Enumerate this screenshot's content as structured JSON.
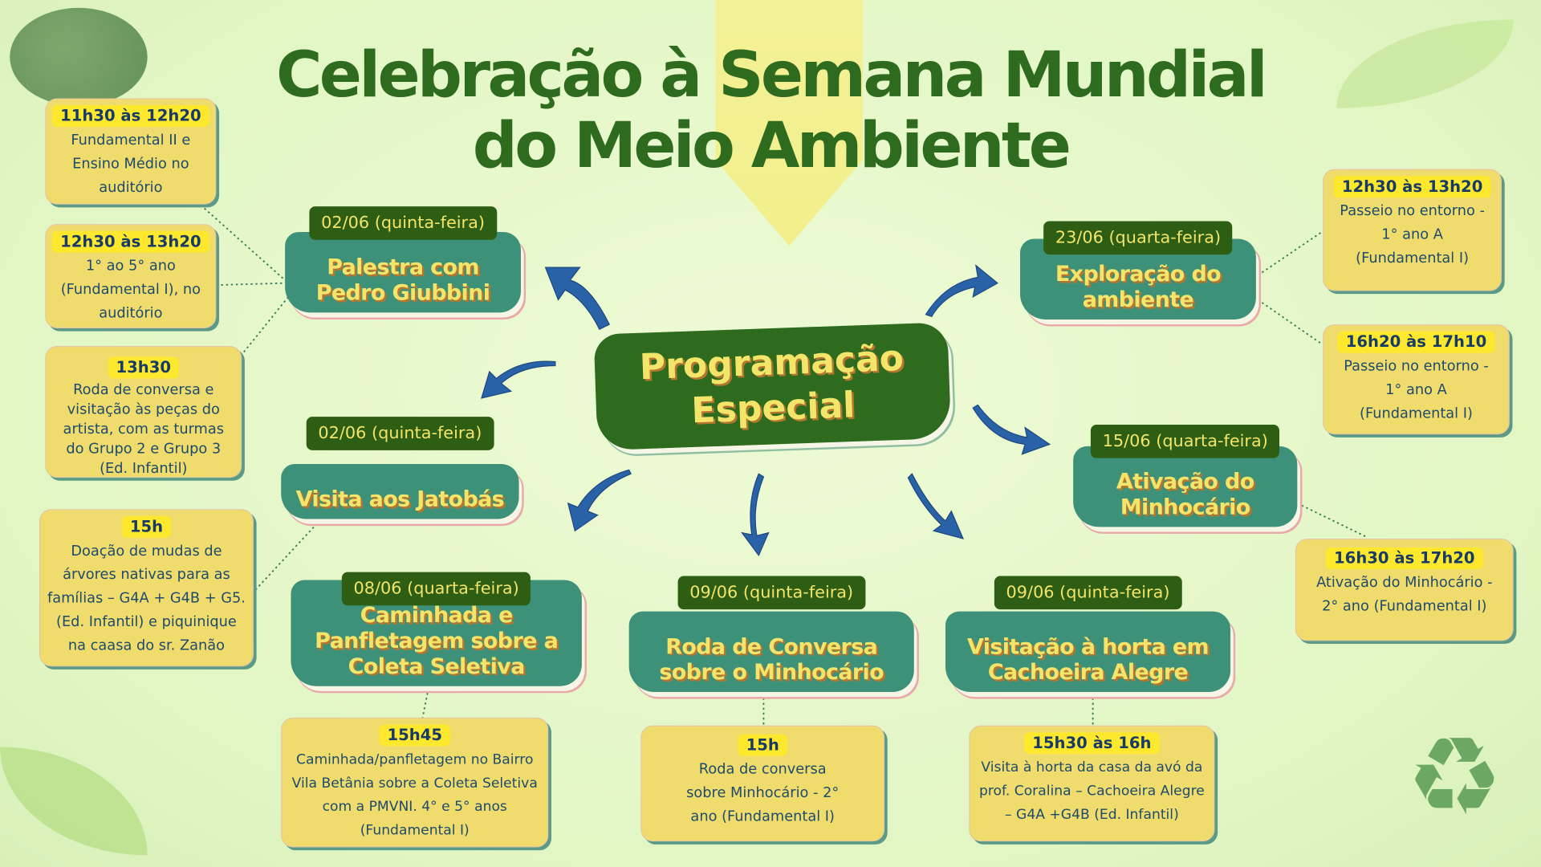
{
  "title": {
    "line1": "Celebração à Semana Mundial",
    "line2": "do Meio Ambiente"
  },
  "center": {
    "line1": "Programação",
    "line2": "Especial"
  },
  "colors": {
    "dark_green": "#2f6b1f",
    "teal": "#3d9178",
    "yellow": "#f3e46a",
    "card": "#f0dc6c",
    "arrow": "#2a62a8"
  },
  "events": [
    {
      "date": "02/06 (quinta-feira)",
      "title": "Palestra com Pedro Giubbini"
    },
    {
      "date": "02/06 (quinta-feira)",
      "title": "Visita aos Jatobás"
    },
    {
      "date": "08/06 (quarta-feira)",
      "title": "Caminhada e Panfletagem sobre a Coleta Seletiva"
    },
    {
      "date": "09/06 (quinta-feira)",
      "title": "Roda de Conversa sobre o Minhocário"
    },
    {
      "date": "09/06 (quinta-feira)",
      "title": "Visitação à horta em Cachoeira Alegre"
    },
    {
      "date": "15/06 (quarta-feira)",
      "title": "Ativação do Minhocário"
    },
    {
      "date": "23/06 (quarta-feira)",
      "title": "Exploração do ambiente"
    }
  ],
  "cards": [
    {
      "time": "11h30 às 12h20",
      "text": "Fundamental II e Ensino Médio no auditório"
    },
    {
      "time": "12h30 às 13h20",
      "text": "1° ao 5° ano (Fundamental I), no auditório"
    },
    {
      "time": "13h30",
      "text": "Roda de conversa e visitação às peças do artista, com as turmas do Grupo 2 e Grupo 3 (Ed. Infantil)"
    },
    {
      "time": "15h",
      "text": "Doação de mudas de árvores nativas para as famílias – G4A + G4B + G5. (Ed. Infantil) e piquinique na caasa do sr. Zanão"
    },
    {
      "time": "15h45",
      "text": "Caminhada/panfletagem no Bairro Vila Betânia sobre a Coleta Seletiva com a PMVNI. 4° e 5° anos (Fundamental I)"
    },
    {
      "time": "15h",
      "text": "Roda de conversa sobre Minhocário - 2° ano (Fundamental I)"
    },
    {
      "time": "15h30 às 16h",
      "text": "Visita à horta da casa da avó da prof. Coralina – Cachoeira Alegre – G4A +G4B (Ed. Infantil)"
    },
    {
      "time": "12h30 às 13h20",
      "text": "Passeio no entorno - 1° ano A (Fundamental I)"
    },
    {
      "time": "16h20 às 17h10",
      "text": "Passeio no entorno - 1° ano A (Fundamental I)"
    },
    {
      "time": "16h30 às 17h20",
      "text": "Ativação do Minhocário - 2° ano (Fundamental I)"
    }
  ]
}
